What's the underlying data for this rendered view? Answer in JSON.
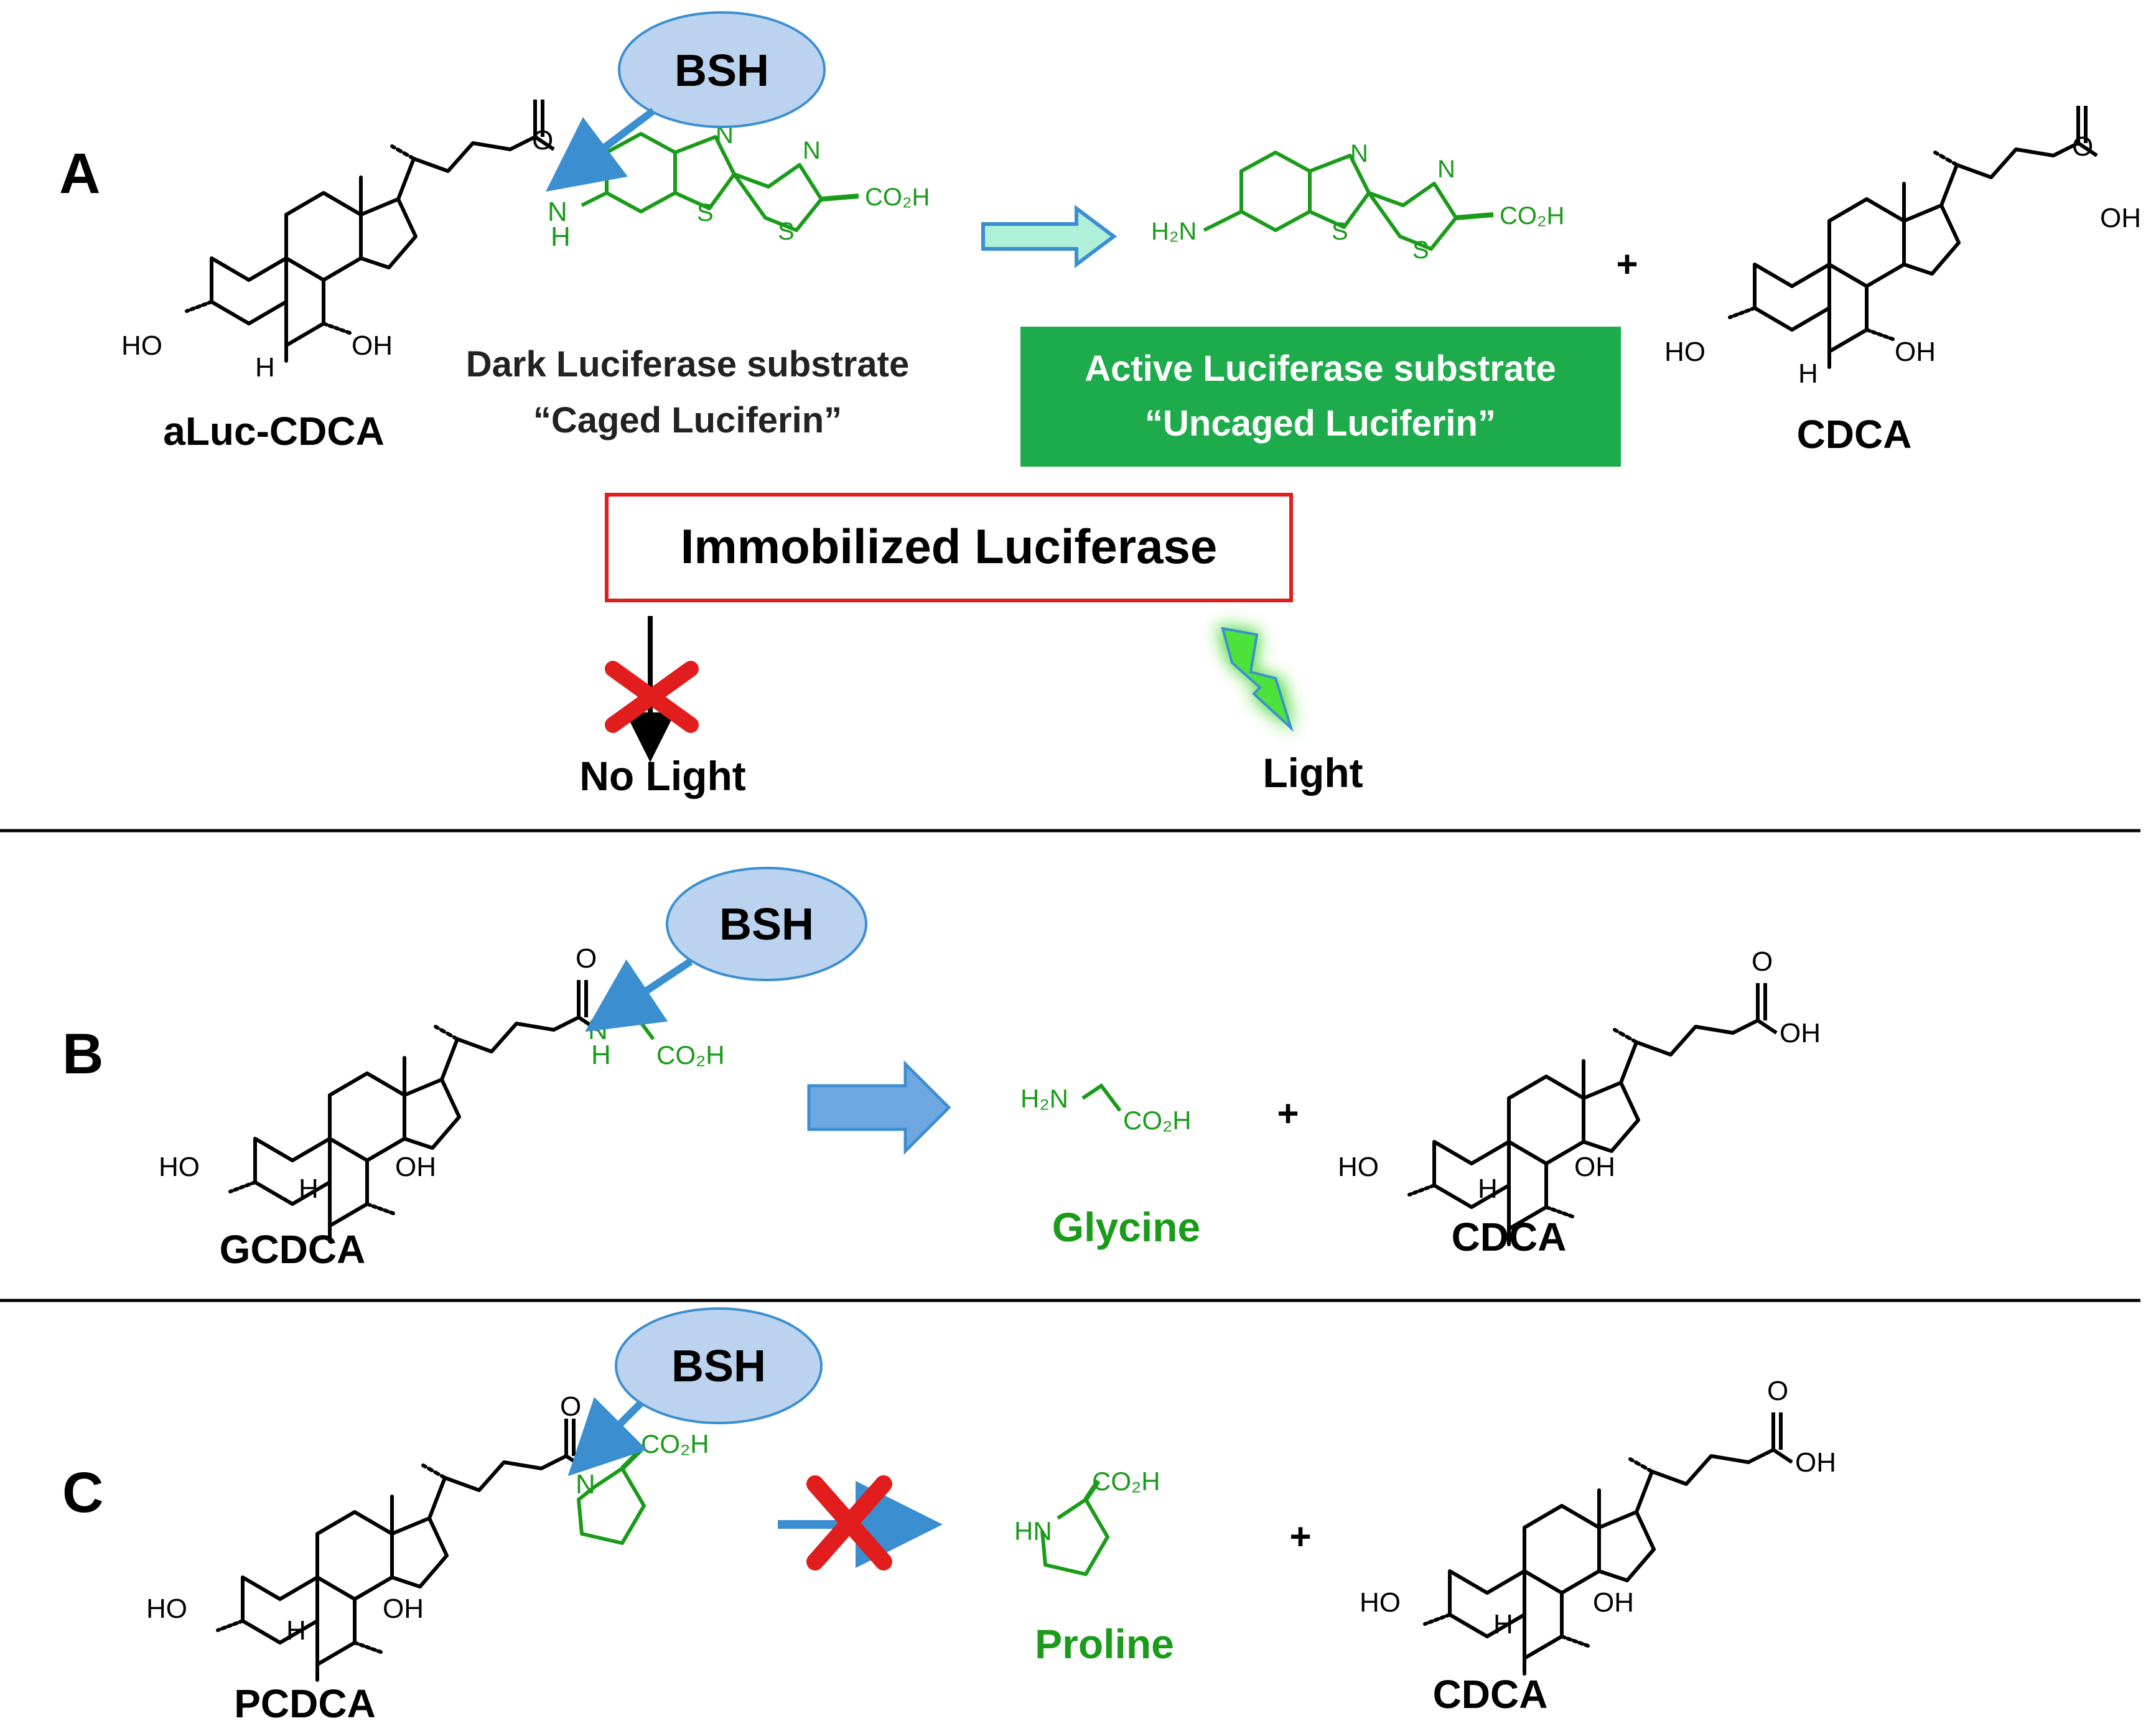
{
  "panels": {
    "a": {
      "label": "A",
      "enzyme": "BSH",
      "substrate_name": "aLuc-CDCA",
      "caged_line1": "Dark Luciferase substrate",
      "caged_line2": "“Caged Luciferin”",
      "active_line1": "Active Luciferase substrate",
      "active_line2": "“Uncaged Luciferin”",
      "plus": "+",
      "product_name": "CDCA",
      "immobilized": "Immobilized Luciferase",
      "no_light": "No Light",
      "light": "Light"
    },
    "b": {
      "label": "B",
      "enzyme": "BSH",
      "substrate_name": "GCDCA",
      "amino_acid": "Glycine",
      "plus": "+",
      "product_name": "CDCA"
    },
    "c": {
      "label": "C",
      "enzyme": "BSH",
      "substrate_name": "PCDCA",
      "amino_acid": "Proline",
      "plus": "+",
      "product_name": "CDCA"
    }
  },
  "atoms": {
    "ho": "HO",
    "oh": "OH",
    "h": "H",
    "o": "O",
    "nh": "N",
    "n": "N",
    "s": "S",
    "co2h": "CO₂H",
    "h2n": "H₂N",
    "hn": "HN"
  },
  "colors": {
    "green": "#1a9b1a",
    "bsh_fill": "#bcd3ef",
    "arrow_blue": "#3b8fd1",
    "active_box": "#1eab4b",
    "red": "#e21d1d"
  }
}
